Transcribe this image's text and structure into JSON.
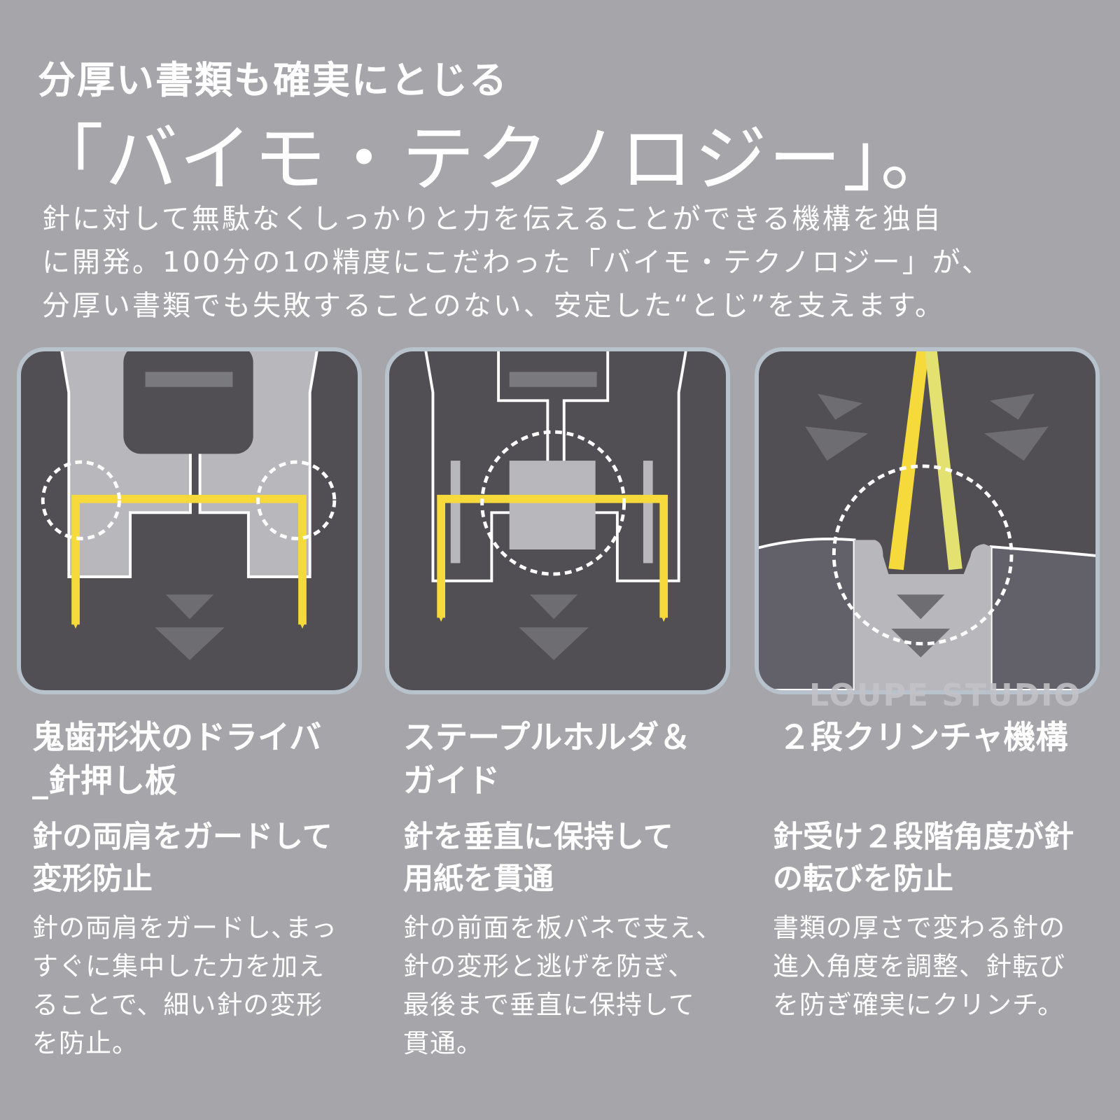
{
  "headline": "分厚い書類も確実にとじる",
  "brand_title": "「バイモ・テクノロジー」。",
  "intro": {
    "line1": "針に対して無駄なくしっかりと力を伝えることができる機構を独自",
    "line2": "に開発。100分の1の精度にこだわった「バイモ・テクノロジー」が、",
    "line3": "分厚い書類でも失敗することのない、安定した“とじ”を支えます。"
  },
  "watermark": "LOUPE STUDIO",
  "colors": {
    "background": "#a6a6aa",
    "panel_bg": "#524f54",
    "panel_border": "#b7c2cc",
    "staple_yellow": "#f6d93a",
    "text": "#ffffff"
  },
  "features": [
    {
      "title_line1": "鬼歯形状のドライバ",
      "title_line2": "_針押し板",
      "subtitle_line1": "針の両肩をガードして",
      "subtitle_line2": "変形防止",
      "desc_line1": "針の両肩をガードし､まっ",
      "desc_line2": "すぐに集中した力を加え",
      "desc_line3": "ることで、細い針の変形",
      "desc_line4": "を防止。"
    },
    {
      "title_line1": "ステープルホルダ＆",
      "title_line2": "ガイド",
      "subtitle_line1": "針を垂直に保持して",
      "subtitle_line2": "用紙を貫通",
      "desc_line1": "針の前面を板バネで支え、",
      "desc_line2": "針の変形と逃げを防ぎ、",
      "desc_line3": "最後まで垂直に保持して",
      "desc_line4": "貫通。"
    },
    {
      "title_line1": "２段クリンチャ機構",
      "title_line2": "",
      "subtitle_line1": "針受け２段階角度が針",
      "subtitle_line2": "の転びを防止",
      "desc_line1": "書類の厚さで変わる針の",
      "desc_line2": "進入角度を調整、針転び",
      "desc_line3": "を防ぎ確実にクリンチ。",
      "desc_line4": ""
    }
  ]
}
